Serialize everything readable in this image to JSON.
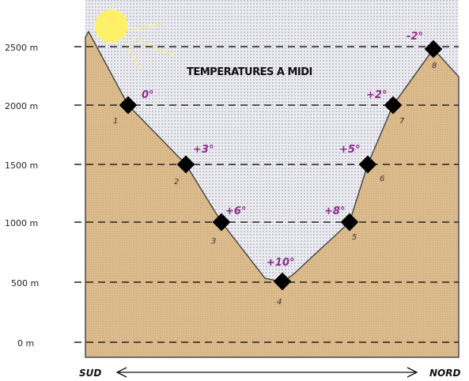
{
  "title": "TEMPERATURES A MIDI",
  "altitudes": [
    "2500 m",
    "2000 m",
    "1500 m",
    "1000 m",
    "500 m",
    "0 m"
  ],
  "stations": [
    {
      "number": "1",
      "temperature": "0°"
    },
    {
      "number": "2",
      "temperature": "+3°"
    },
    {
      "number": "3",
      "temperature": "+6°"
    },
    {
      "number": "4",
      "temperature": "+10°"
    },
    {
      "number": "5",
      "temperature": "+8°"
    },
    {
      "number": "6",
      "temperature": "+5°"
    },
    {
      "number": "7",
      "temperature": "+2°"
    },
    {
      "number": "8",
      "temperature": "-2°"
    }
  ],
  "directions": {
    "left": "SUD",
    "right": "NORD"
  },
  "colors": {
    "ground": "#d9b98a",
    "ground_outline": "#555555",
    "air": "#e6e6ee",
    "sun": "#fff06a",
    "temperature_text": "#8e2a8e"
  }
}
